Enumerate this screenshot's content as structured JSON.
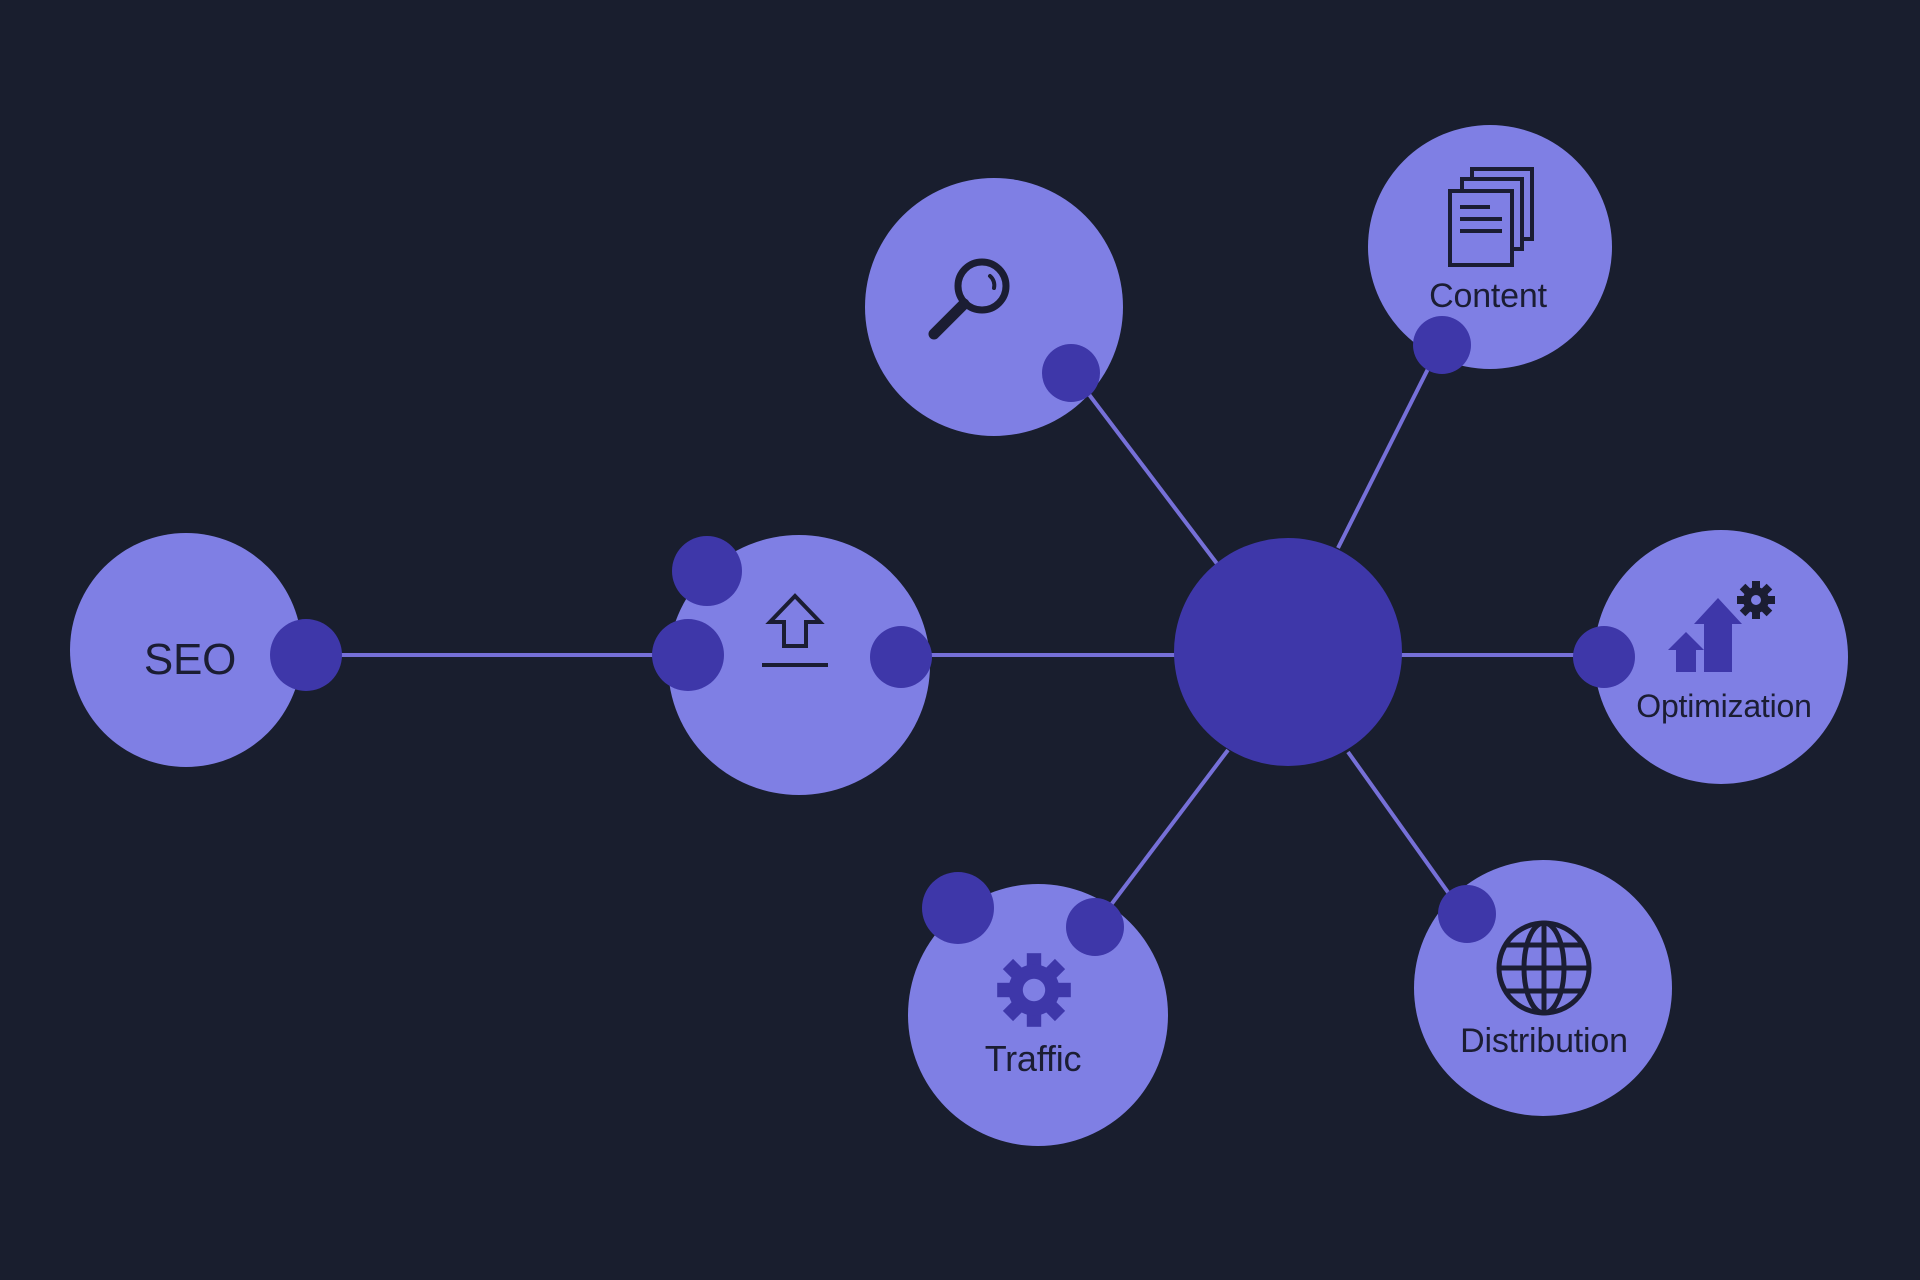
{
  "colors": {
    "background": "#191e2e",
    "node_fill": "#7f7fe4",
    "hub_fill": "#3e37a9",
    "connector": "#7670d8",
    "icon_ink": "#1b1d33"
  },
  "hub": {
    "label": ""
  },
  "nodes": [
    {
      "id": "seo",
      "label": "SEO",
      "icon": ""
    },
    {
      "id": "upload",
      "label": "",
      "icon": "upload-arrow-icon"
    },
    {
      "id": "search",
      "label": "",
      "icon": "magnifier-icon"
    },
    {
      "id": "content",
      "label": "Content",
      "icon": "documents-icon"
    },
    {
      "id": "optimization",
      "label": "Optimization",
      "icon": "growth-arrows-gear-icon"
    },
    {
      "id": "distribution",
      "label": "Distribution",
      "icon": "globe-icon"
    },
    {
      "id": "traffic",
      "label": "Traffic",
      "icon": "gear-icon"
    }
  ]
}
